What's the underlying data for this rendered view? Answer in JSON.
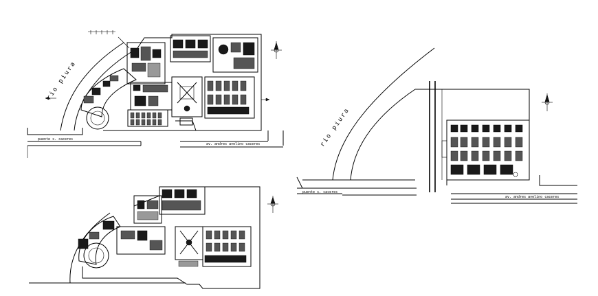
{
  "plans": {
    "top_left": {
      "river_label": "rio piura",
      "bridge_label": "puente s. caceres",
      "street_label": "av. andres avelino caceres"
    },
    "right": {
      "river_label": "rio piura",
      "bridge_label": "puente s. caceres",
      "street_label": "av. andres avelino caceres"
    }
  },
  "colors": {
    "line": "#000000",
    "background": "#ffffff",
    "hatch_dark": "#1a1a1a"
  },
  "icons": [
    "north-arrow-icon",
    "section-arrow-icon"
  ]
}
